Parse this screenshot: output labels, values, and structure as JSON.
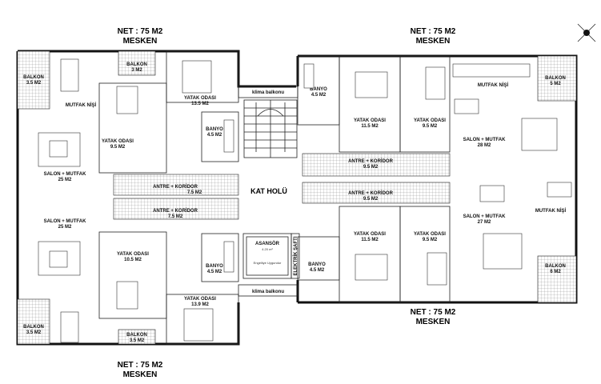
{
  "headers": {
    "top_left": {
      "area": "NET : 75 M2",
      "type": "MESKEN"
    },
    "top_right": {
      "area": "NET : 75 M2",
      "type": "MESKEN"
    },
    "bottom_right": {
      "area": "NET : 75 M2",
      "type": "MESKEN"
    },
    "bottom_left": {
      "area": "NET : 75 M2",
      "type": "MESKEN"
    }
  },
  "core": {
    "hall": "KAT HOLÜ",
    "elevator_title": "ASANSÖR",
    "elevator_area": "4.20 m²",
    "elevator_note": "Engelliye Uygundur",
    "shaft": "ELEKTRİK ŞAFTI",
    "ac_top": "klima balkonu",
    "ac_bottom": "klima balkonu"
  },
  "unit_tl": {
    "balcony_a": {
      "name": "BALKON",
      "area": "3.5 M2"
    },
    "balcony_b": {
      "name": "BALKON",
      "area": "3 M2"
    },
    "kitchen": "MUTFAK NİŞİ",
    "bed_large": {
      "name": "YATAK ODASI",
      "area": "13.5 M2"
    },
    "bed_small": {
      "name": "YATAK ODASI",
      "area": "9.5 M2"
    },
    "bath": {
      "name": "BANYO",
      "area": "4.5 M2"
    },
    "living": {
      "name": "SALON + MUTFAK",
      "area": "25 M2"
    },
    "hall": {
      "name": "ANTRE + KORİDOR",
      "area": "7.5 M2"
    }
  },
  "unit_bl": {
    "living": {
      "name": "SALON + MUTFAK",
      "area": "25 M2"
    },
    "hall": {
      "name": "ANTRE + KORİDOR",
      "area": "7.5 M2"
    },
    "bed_small": {
      "name": "YATAK ODASI",
      "area": "10.5 M2"
    },
    "bath": {
      "name": "BANYO",
      "area": "4.5 M2"
    },
    "bed_large": {
      "name": "YATAK ODASI",
      "area": "13.9 M2"
    },
    "balcony_a": {
      "name": "BALKON",
      "area": "3.5 M2"
    },
    "balcony_b": {
      "name": "BALKON",
      "area": "3.5 M2"
    }
  },
  "unit_tr": {
    "bath": {
      "name": "BANYO",
      "area": "4.5 M2"
    },
    "bed_a": {
      "name": "YATAK ODASI",
      "area": "11.5 M2"
    },
    "bed_b": {
      "name": "YATAK ODASI",
      "area": "9.5 M2"
    },
    "kitchen": "MUTFAK NİŞİ",
    "balcony": {
      "name": "BALKON",
      "area": "5 M2"
    },
    "living": {
      "name": "SALON + MUTFAK",
      "area": "28 M2"
    },
    "hall": {
      "name": "ANTRE + KORİDOR",
      "area": "9.5 M2"
    }
  },
  "unit_br": {
    "hall": {
      "name": "ANTRE + KORİDOR",
      "area": "9.5 M2"
    },
    "living": {
      "name": "SALON + MUTFAK",
      "area": "27 M2"
    },
    "kitchen": "MUTFAK NİŞİ",
    "bed_a": {
      "name": "YATAK ODASI",
      "area": "11.5 M2"
    },
    "bed_b": {
      "name": "YATAK ODASI",
      "area": "9.5 M2"
    },
    "bath": {
      "name": "BANYO",
      "area": "4.5 M2"
    },
    "balcony": {
      "name": "BALKON",
      "area": "6 M2"
    }
  }
}
